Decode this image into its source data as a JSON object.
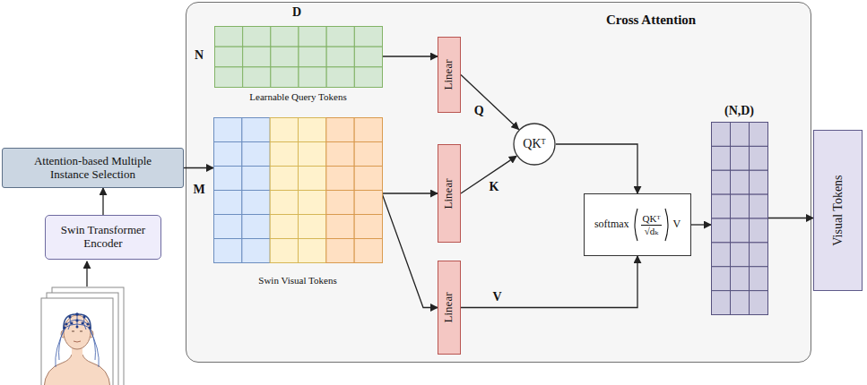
{
  "diagram": {
    "nodes": [
      {
        "text": [
          "Cross Attention"
        ]
      },
      {
        "text": [
          "Learnable Query Tokens"
        ],
        "in": 0
      },
      {
        "text": [
          "Swin Visual Tokens"
        ],
        "in": 0
      },
      {
        "text": [
          "Linear"
        ],
        "in": 0
      },
      {
        "text": [
          "Linear"
        ],
        "in": 0
      },
      {
        "text": [
          "Linear"
        ],
        "in": 0
      },
      {
        "text": [
          "QKᵀ"
        ],
        "in": 0
      },
      {
        "text": [
          "softmax",
          "QKᵀ",
          "√dₖ",
          "V"
        ],
        "in": 0
      },
      {
        "text": [
          "(N,D)"
        ],
        "in": 0
      },
      {
        "text": [
          "Visual Tokens"
        ]
      },
      {
        "text": [
          "Attention-based Multiple Instance Selection"
        ]
      },
      {
        "text": [
          "Swin Transformer Encoder"
        ]
      }
    ],
    "edges": [
      {
        "from": 11,
        "to": 10,
        "arrow": "to"
      },
      {
        "from": 10,
        "to": 2,
        "arrow": "to"
      },
      {
        "from": 1,
        "to": 3,
        "arrow": "to"
      },
      {
        "from": 2,
        "to": 4,
        "arrow": "to"
      },
      {
        "from": 2,
        "to": 5,
        "arrow": "to"
      },
      {
        "from": 3,
        "to": 6,
        "arrow": "to",
        "label": "Q"
      },
      {
        "from": 4,
        "to": 6,
        "arrow": "to",
        "label": "K"
      },
      {
        "from": 5,
        "to": 7,
        "arrow": "to",
        "label": "V"
      },
      {
        "from": 6,
        "to": 7,
        "arrow": "to"
      },
      {
        "from": 7,
        "to": 8,
        "arrow": "to"
      },
      {
        "from": 8,
        "to": 9,
        "arrow": "to"
      }
    ],
    "labels": [
      "D",
      "N",
      "M"
    ]
  }
}
